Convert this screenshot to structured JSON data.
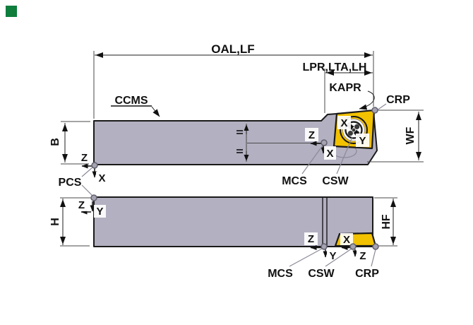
{
  "colors": {
    "body": "#b3b0c1",
    "insert": "#f2c100",
    "marker_green": "#0f7d3c",
    "dot": "#a5a2b2",
    "screw_dark": "#3a3a3a"
  },
  "top_view": {
    "dim_oal": "OAL,LF",
    "dim_lpr": "LPR,LTA,LH",
    "dim_kapr": "KAPR",
    "dim_crp": "CRP",
    "dim_wf": "WF",
    "dim_b": "B",
    "label_ccms": "CCMS",
    "label_mcs": "MCS",
    "label_csw": "CSW",
    "label_pcs": "PCS",
    "axis": {
      "pcs_z": "Z",
      "pcs_x": "X",
      "mcs_z": "Z",
      "mcs_x": "X",
      "ins_x": "X",
      "ins_y": "Y"
    }
  },
  "bottom_view": {
    "dim_h": "H",
    "dim_hf": "HF",
    "label_mcs": "MCS",
    "label_csw": "CSW",
    "label_crp": "CRP",
    "axis": {
      "pcs_z": "Z",
      "pcs_y": "Y",
      "mcs_z": "Z",
      "mcs_y": "Y",
      "csw_x": "X",
      "csw_z": "Z"
    }
  }
}
